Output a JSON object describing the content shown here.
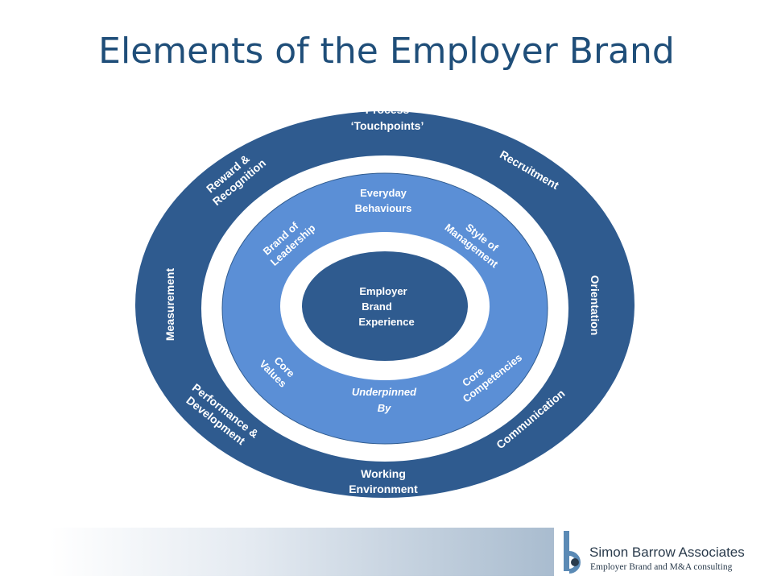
{
  "title": "Elements of the Employer Brand",
  "colors": {
    "outer_ring": "#2f5b8f",
    "middle_ring": "#5b8fd6",
    "core": "#2f5b8f",
    "title": "#1f4e79",
    "logo_bar": "#5b8ab5"
  },
  "outer_ring": {
    "process": [
      "Process",
      "‘Touchpoints’"
    ],
    "recruitment": "Recruitment",
    "orientation": "Orientation",
    "communication": "Communication",
    "working_environment": [
      "Working",
      "Environment"
    ],
    "performance": [
      "Performance &",
      "Development"
    ],
    "measurement": "Measurement",
    "reward": [
      "Reward &",
      "Recognition"
    ]
  },
  "middle_ring": {
    "everyday_behaviours": [
      "Everyday",
      "Behaviours"
    ],
    "style_of_management": [
      "Style of",
      "Management"
    ],
    "core_competencies": [
      "Core",
      "Competencies"
    ],
    "underpinned_by": [
      "Underpinned",
      "By"
    ],
    "core_values": [
      "Core",
      "Values"
    ],
    "brand_of_leadership": [
      "Brand of",
      "Leadership"
    ]
  },
  "core": [
    "Employer",
    "Brand",
    "Experience"
  ],
  "footer": {
    "company": "Simon Barrow Associates",
    "tagline": "Employer Brand and M&A consulting",
    "logo_icon": "sb-monogram-icon"
  }
}
